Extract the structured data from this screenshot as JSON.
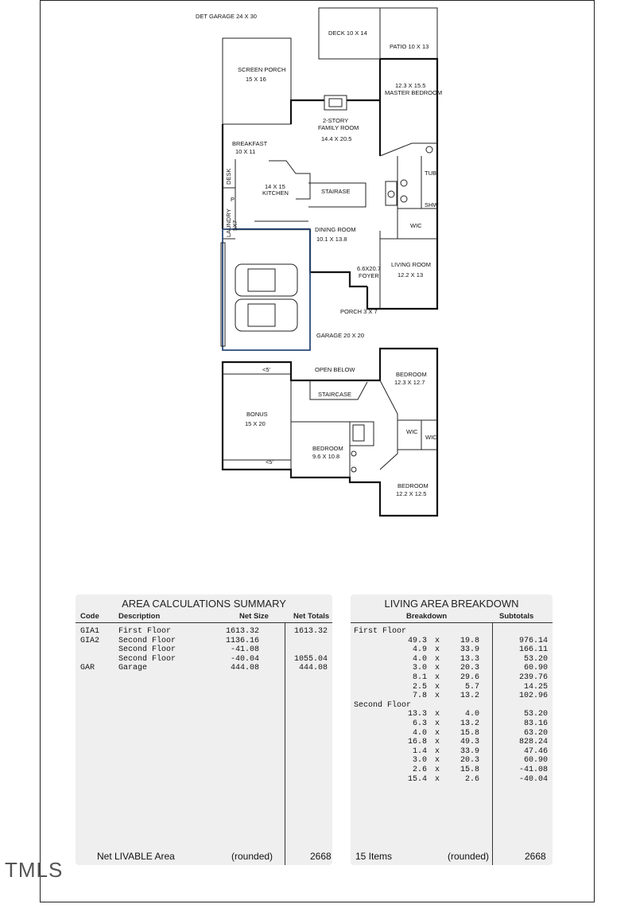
{
  "floorplan": {
    "labels": {
      "det_garage": "DET GARAGE 24 X 30",
      "deck": "DECK 10 X 14",
      "patio": "PATIO 10 X 13",
      "screen_porch": "SCREEN PORCH",
      "screen_porch_dim": "15 X 16",
      "master_dim": "12.3 X 15.5",
      "master": "MASTER BEDROOM",
      "family1": "2-STORY",
      "family2": "FAMILY ROOM",
      "family_dim": "14.4 X 20.5",
      "breakfast": "BREAKFAST",
      "breakfast_dim": "10 X 11",
      "desk": "DESK",
      "kitchen_dim": "14 X 15",
      "kitchen": "KITCHEN",
      "stairase": "STAIRASE",
      "tub": "TUB",
      "shw": "SHW",
      "p": "P",
      "laundry": "LAUNDRY",
      "laundry_dim": "5X7",
      "dining": "DINING ROOM",
      "dining_dim": "10.1 X 13.8",
      "wic": "WIC",
      "foyer_dim": "6.6X20.7",
      "foyer": "FOYER",
      "living": "LIVING ROOM",
      "living_dim": "12.2 X 13",
      "porch": "PORCH 3 X 7",
      "garage": "GARAGE 20 X 20",
      "lt5a": "<5'",
      "open_below": "OPEN BELOW",
      "bedroom": "BEDROOM",
      "bed1_dim": "12.3 X 12.7",
      "staircase": "STAIRCASE",
      "bonus": "BONUS",
      "bonus_dim": "15 X 20",
      "wic2": "WIC",
      "wic3": "WIC",
      "bed2_dim": "9.6 X 10.8",
      "lt5b": "<5'",
      "bed3_dim": "12.2 X 12.5"
    }
  },
  "area_summary": {
    "title": "AREA CALCULATIONS SUMMARY",
    "headers": {
      "code": "Code",
      "description": "Description",
      "net_size": "Net Size",
      "net_totals": "Net Totals"
    },
    "rows": [
      {
        "code": "GIA1",
        "description": "First Floor",
        "net_size": "1613.32",
        "net_total": "1613.32"
      },
      {
        "code": "GIA2",
        "description": "Second Floor",
        "net_size": "1136.16",
        "net_total": ""
      },
      {
        "code": "",
        "description": "Second Floor",
        "net_size": "-41.08",
        "net_total": ""
      },
      {
        "code": "",
        "description": "Second Floor",
        "net_size": "-40.04",
        "net_total": "1055.04"
      },
      {
        "code": "GAR",
        "description": "Garage",
        "net_size": "444.08",
        "net_total": "444.08"
      }
    ],
    "footer": {
      "label": "Net LIVABLE Area",
      "rounded": "(rounded)",
      "value": "2668"
    }
  },
  "living_breakdown": {
    "title": "LIVING AREA BREAKDOWN",
    "headers": {
      "breakdown": "Breakdown",
      "subtotals": "Subtotals"
    },
    "first_floor_label": "First Floor",
    "first_floor": [
      {
        "a": "49.3",
        "b": "19.8",
        "t": "976.14"
      },
      {
        "a": "4.9",
        "b": "33.9",
        "t": "166.11"
      },
      {
        "a": "4.0",
        "b": "13.3",
        "t": "53.20"
      },
      {
        "a": "3.0",
        "b": "20.3",
        "t": "60.90"
      },
      {
        "a": "8.1",
        "b": "29.6",
        "t": "239.76"
      },
      {
        "a": "2.5",
        "b": "5.7",
        "t": "14.25"
      },
      {
        "a": "7.8",
        "b": "13.2",
        "t": "102.96"
      }
    ],
    "second_floor_label": "Second Floor",
    "second_floor": [
      {
        "a": "13.3",
        "b": "4.0",
        "t": "53.20"
      },
      {
        "a": "6.3",
        "b": "13.2",
        "t": "83.16"
      },
      {
        "a": "4.0",
        "b": "15.8",
        "t": "63.20"
      },
      {
        "a": "16.8",
        "b": "49.3",
        "t": "828.24"
      },
      {
        "a": "1.4",
        "b": "33.9",
        "t": "47.46"
      },
      {
        "a": "3.0",
        "b": "20.3",
        "t": "60.90"
      },
      {
        "a": "2.6",
        "b": "15.8",
        "t": "-41.08"
      },
      {
        "a": "15.4",
        "b": "2.6",
        "t": "-40.04"
      }
    ],
    "times": "x",
    "footer": {
      "items": "15 Items",
      "rounded": "(rounded)",
      "value": "2668"
    }
  },
  "logo": "TMLS"
}
